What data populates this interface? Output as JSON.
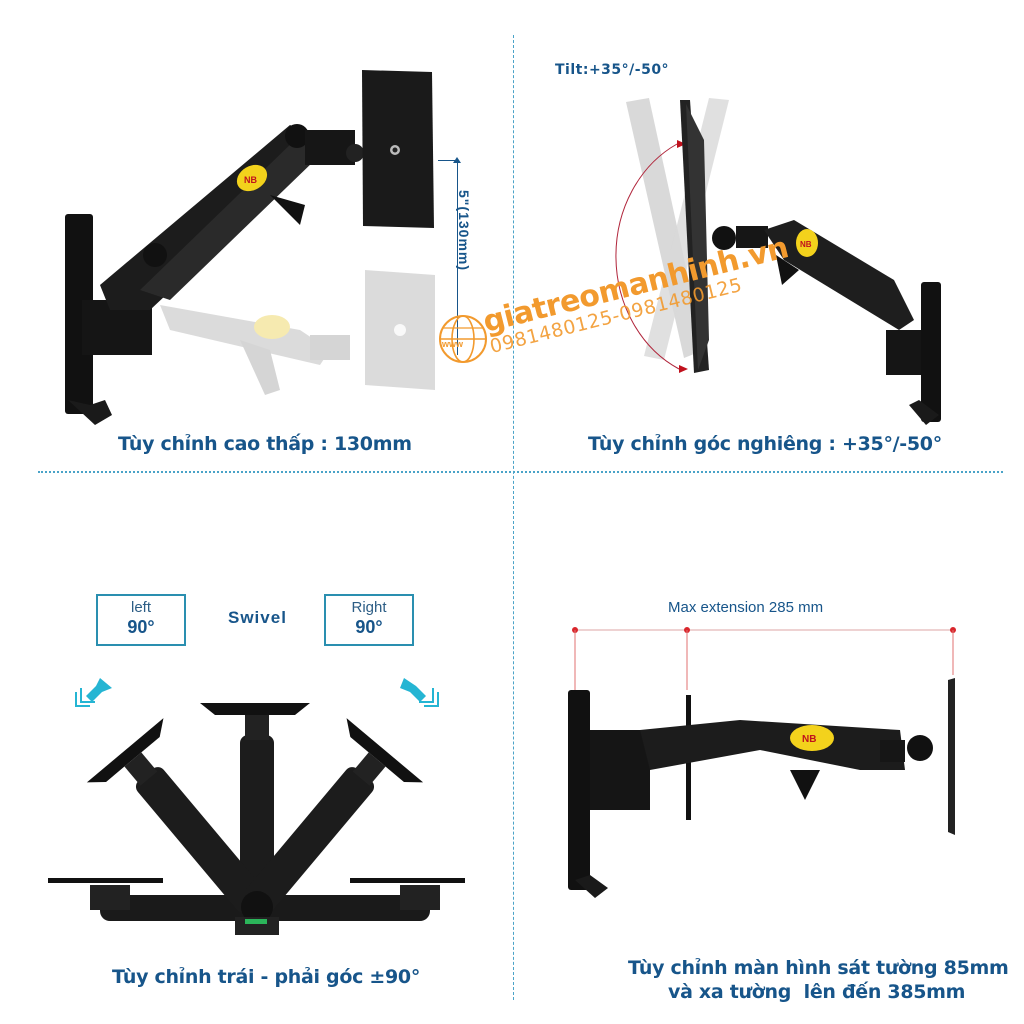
{
  "panels": {
    "height": {
      "caption": "Tùy chỉnh cao thấp : 130mm",
      "dimension_label": "5\"(130mm)"
    },
    "tilt": {
      "title": "Tilt:+35°/-50°",
      "caption": "Tùy chỉnh góc nghiêng : +35°/-50°"
    },
    "swivel": {
      "center_label": "Swivel",
      "left_box": {
        "line1": "left",
        "line2": "90°"
      },
      "right_box": {
        "line1": "Right",
        "line2": "90°"
      },
      "caption": "Tùy chỉnh trái - phải góc ±90°"
    },
    "extension": {
      "title": "Max extension 285 mm",
      "caption_line1": "Tùy chỉnh màn hình sát tường 85mm",
      "caption_line2": "và xa tường  lên đến 385mm"
    }
  },
  "watermark": {
    "site": "giatreomanhinh.vn",
    "phones": "0981480125-0981480125",
    "icon_text": "www"
  },
  "brand": {
    "logo_text": "NB"
  },
  "colors": {
    "caption_blue": "#17558a",
    "divider_teal": "#4aa3c8",
    "arrow_cyan": "#25b5d3",
    "watermark_orange": "#f29a2e",
    "measure_red": "#d9262c",
    "logo_yellow": "#f3d21c"
  }
}
